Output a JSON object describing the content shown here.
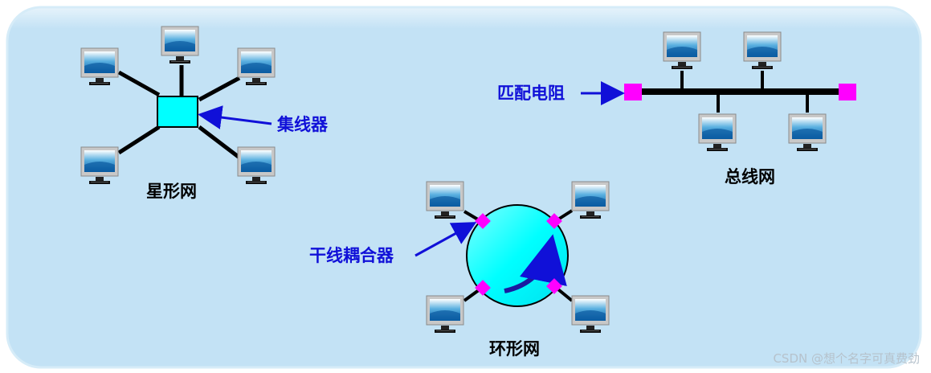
{
  "labels": {
    "star": "星形网",
    "hub": "集线器",
    "bus": "总线网",
    "terminator": "匹配电阻",
    "ring": "环形网",
    "coupler": "干线耦合器"
  },
  "watermark": "CSDN @想个名字可真费劲",
  "colors": {
    "background_panel": "#c3e2f5",
    "hub_fill": "#00ffff",
    "ring_fill": "#00ffff",
    "connector_magenta": "#ff00ff",
    "annotation_blue": "#1010d8",
    "cable_black": "#000000"
  },
  "icons": {
    "computer": "computer-icon"
  }
}
